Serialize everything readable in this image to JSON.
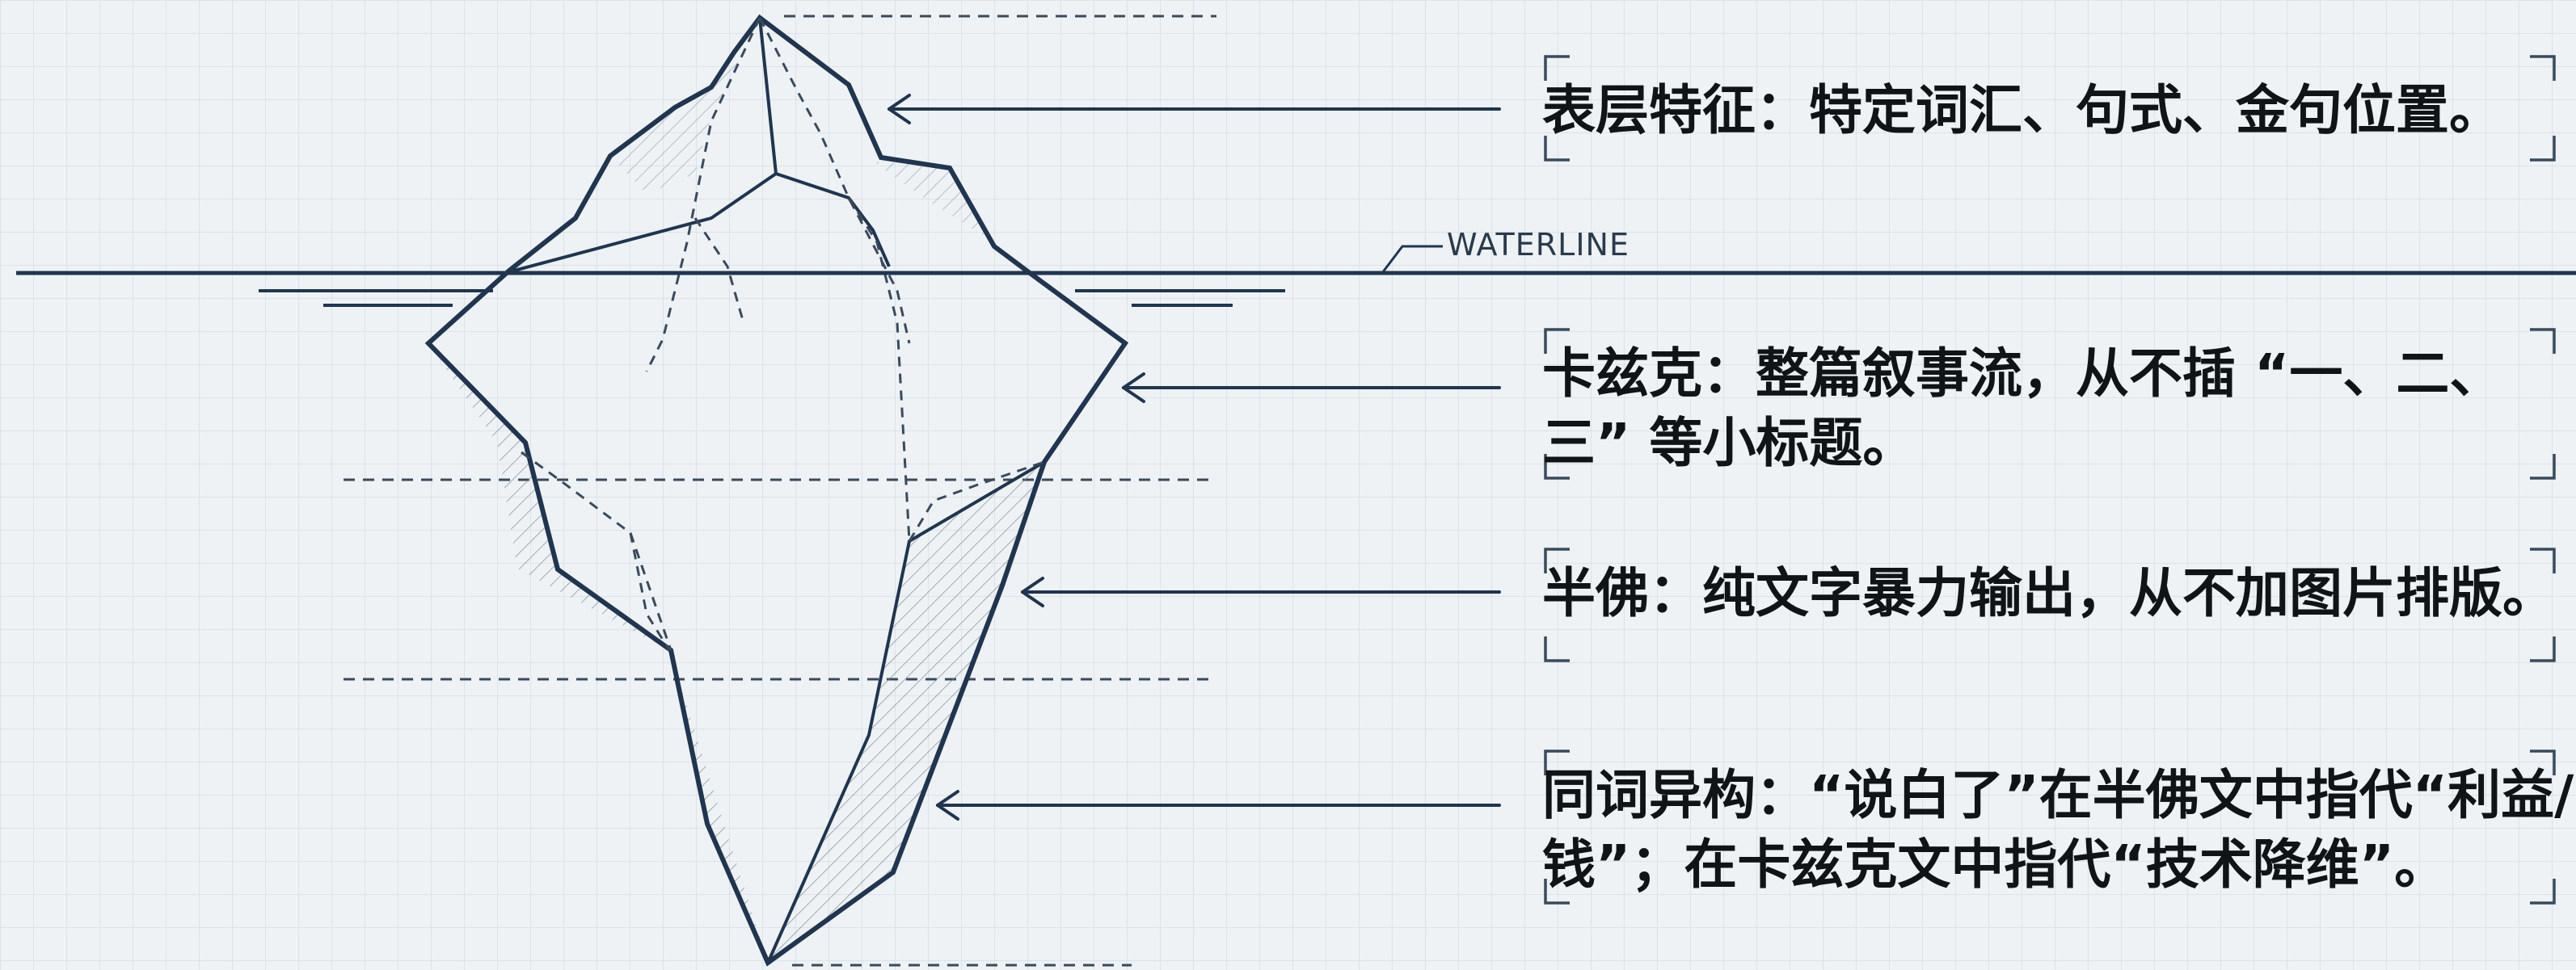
{
  "waterline": {
    "label": "WATERLINE"
  },
  "labels": {
    "surface": {
      "lines": [
        "表层特征：特定词汇、句式、金句位置。"
      ]
    },
    "kazike": {
      "lines": [
        "卡兹克：整篇叙事流，从不插 “一、二、",
        "三” 等小标题。"
      ]
    },
    "banfo": {
      "lines": [
        "半佛：纯文字暴力输出，从不加图片排版。"
      ]
    },
    "homonym": {
      "lines": [
        "同词异构：“说白了”在半佛文中指代“利益/",
        "钱”；在卡兹克文中指代“技术降维”。"
      ]
    }
  },
  "colors": {
    "background": "#eef2f4",
    "grid": "#d3dbe2",
    "ink": "#1f3550",
    "text": "#111417"
  }
}
